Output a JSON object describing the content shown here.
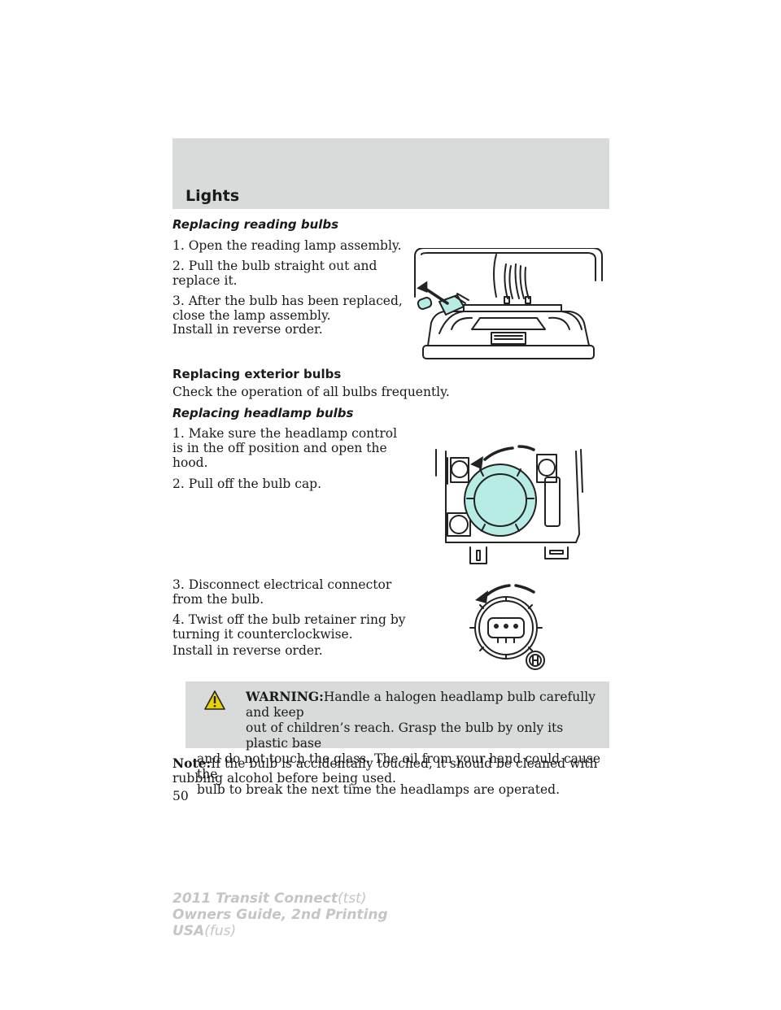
{
  "header": {
    "section_title": "Lights"
  },
  "reading": {
    "heading": "Replacing reading bulbs",
    "step1": "1. Open the reading lamp assembly.",
    "step2_l1": "2. Pull the bulb straight out and",
    "step2_l2": "replace it.",
    "step3_l1": "3. After the bulb has been replaced,",
    "step3_l2": "close the lamp assembly.",
    "install": "Install in reverse order."
  },
  "exterior": {
    "heading": "Replacing exterior bulbs",
    "intro": "Check the operation of all bulbs frequently."
  },
  "headlamp": {
    "heading": "Replacing headlamp bulbs",
    "step1_l1": "1. Make sure the headlamp control",
    "step1_l2": "is in the off position and open the",
    "step1_l3": "hood.",
    "step2": "2. Pull off the bulb cap.",
    "step3_l1": "3. Disconnect electrical connector",
    "step3_l2": "from the bulb.",
    "step4_l1": "4. Twist off the bulb retainer ring by",
    "step4_l2": "turning it counterclockwise.",
    "install": "Install in reverse order."
  },
  "warning": {
    "label": "WARNING:",
    "line1": "Handle a halogen headlamp bulb carefully and keep",
    "line2": "out of children’s reach. Grasp the bulb by only its plastic base",
    "line3": "and do not touch the glass. The oil from your hand could cause the",
    "line4": "bulb to break the next time the headlamps are operated."
  },
  "note": {
    "label": "Note:",
    "line1": "If the bulb is accidentally touched, it should be cleaned with",
    "line2": "rubbing alcohol before being used."
  },
  "page_number": "50",
  "footer": {
    "line1_bold": "2011 Transit Connect",
    "line1_light": "(tst)",
    "line2": "Owners Guide, 2nd Printing",
    "line3_bold": "USA",
    "line3_light": "(fus)"
  },
  "colors": {
    "header_band": "#d9dbdb",
    "bulb_fill": "#b7ece4",
    "footer_text": "#c5c5c5"
  }
}
